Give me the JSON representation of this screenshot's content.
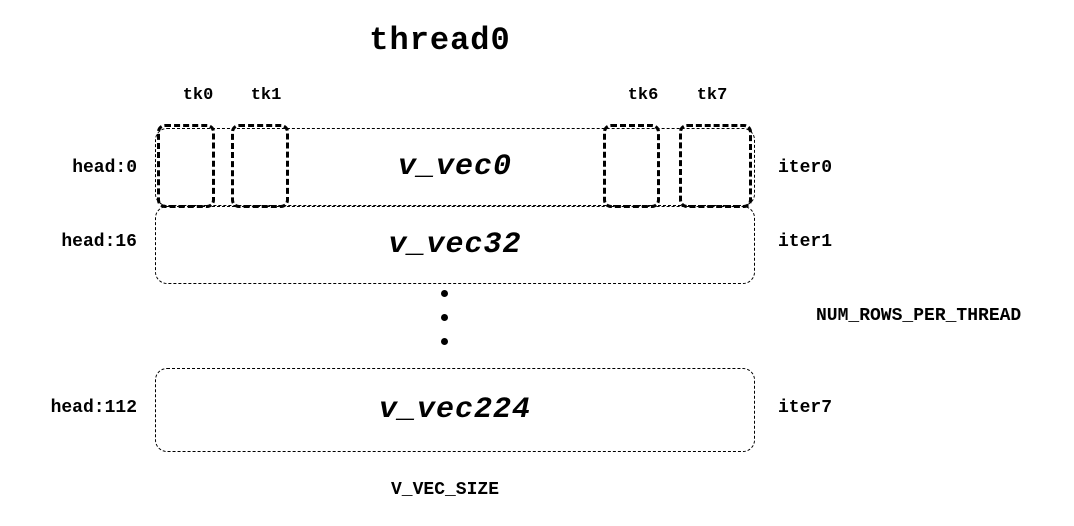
{
  "title": "thread0",
  "thread_ticks": [
    {
      "label": "tk0"
    },
    {
      "label": "tk1"
    },
    {
      "label": "tk6"
    },
    {
      "label": "tk7"
    }
  ],
  "rows": [
    {
      "head_label": "head:0",
      "vec_label": "v_vec0",
      "iter_label": "iter0"
    },
    {
      "head_label": "head:16",
      "vec_label": "v_vec32",
      "iter_label": "iter1"
    },
    {
      "head_label": "head:112",
      "vec_label": "v_vec224",
      "iter_label": "iter7"
    }
  ],
  "annotations": {
    "rows_per_thread": "NUM_ROWS_PER_THREAD",
    "vec_size": "V_VEC_SIZE"
  },
  "colors": {
    "ink": "#000000",
    "background": "#ffffff"
  }
}
